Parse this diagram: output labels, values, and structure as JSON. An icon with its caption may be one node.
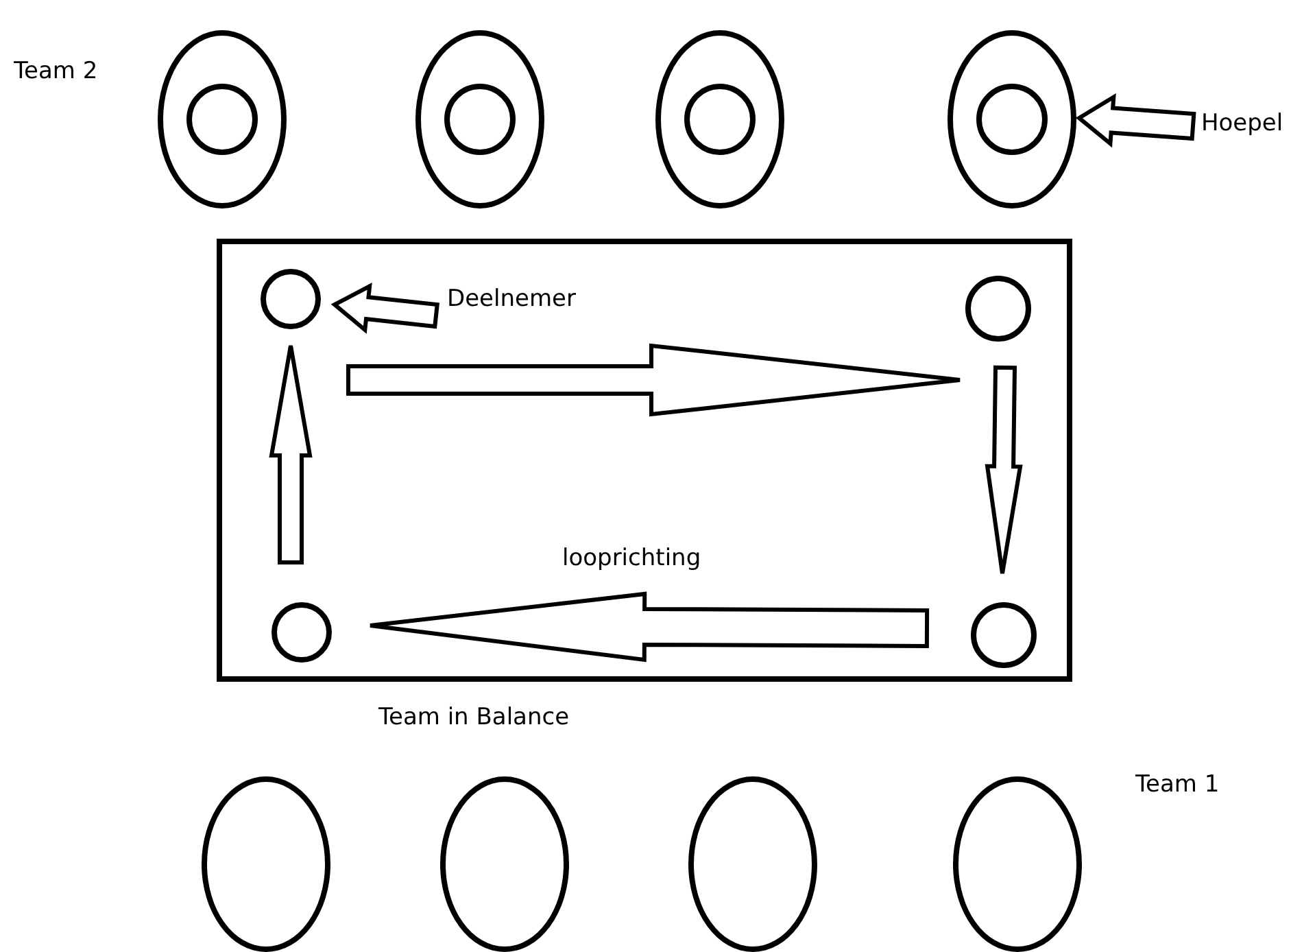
{
  "diagram": {
    "nodes": [
      {
        "text": [],
        "shape": "circle"
      },
      {
        "text": [],
        "shape": "circle",
        "in": 0
      },
      {
        "text": [],
        "shape": "circle"
      },
      {
        "text": [],
        "shape": "circle",
        "in": 2
      },
      {
        "text": [],
        "shape": "circle"
      },
      {
        "text": [],
        "shape": "circle",
        "in": 4
      },
      {
        "text": [],
        "shape": "circle"
      },
      {
        "text": [],
        "shape": "circle",
        "in": 6
      },
      {
        "text": [
          "Hoepel"
        ]
      },
      {
        "text": [],
        "shape": "box"
      },
      {
        "text": [],
        "shape": "circle",
        "in": 9
      },
      {
        "text": [
          "Deelnemer"
        ],
        "in": 9
      },
      {
        "text": [],
        "shape": "circle",
        "in": 9
      },
      {
        "text": [],
        "shape": "circle",
        "in": 9
      },
      {
        "text": [],
        "shape": "circle",
        "in": 9
      },
      {
        "text": [],
        "shape": "circle"
      },
      {
        "text": [],
        "shape": "circle"
      },
      {
        "text": [],
        "shape": "circle"
      },
      {
        "text": [],
        "shape": "circle"
      }
    ],
    "edges": [
      {
        "from": 8,
        "to": 6,
        "arrow": "to"
      },
      {
        "from": 11,
        "to": 10,
        "arrow": "to"
      },
      {
        "from": 10,
        "to": 12,
        "arrow": "to"
      },
      {
        "from": 12,
        "to": 14,
        "arrow": "to"
      },
      {
        "from": 14,
        "to": 13,
        "arrow": "to"
      },
      {
        "from": 13,
        "to": 10,
        "arrow": "to"
      }
    ],
    "labels": [
      "Team 2",
      "looprichting",
      "Team in Balance",
      "Team 1"
    ]
  }
}
